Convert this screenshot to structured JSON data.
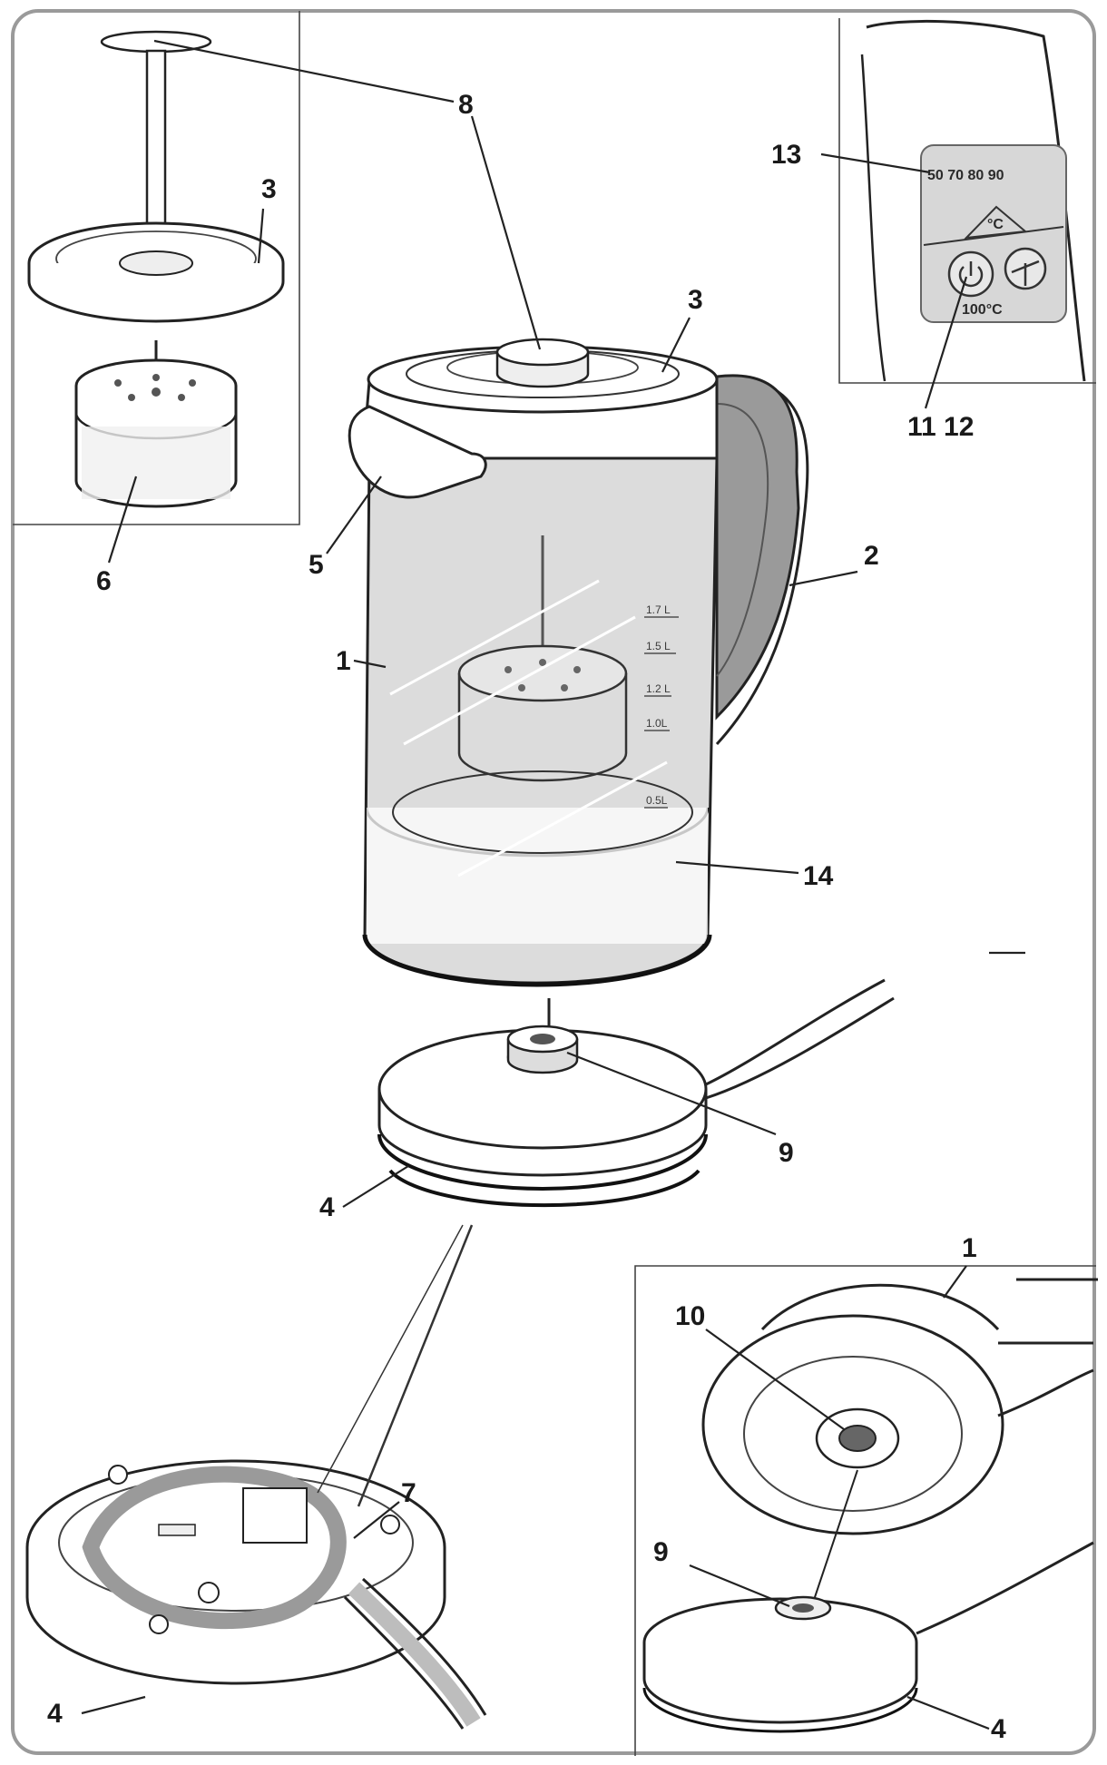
{
  "labels": {
    "l1_main": "1",
    "l1_inset": "1",
    "l2": "2",
    "l3_top": "3",
    "l3_lid": "3",
    "l4_base": "4",
    "l4_under": "4",
    "l4_inset": "4",
    "l5": "5",
    "l6": "6",
    "l7": "7",
    "l8": "8",
    "l9_base": "9",
    "l9_inset": "9",
    "l10": "10",
    "l11_12": "11 12",
    "l13": "13",
    "l14": "14"
  },
  "scale_marks": {
    "m17": "1.7 L",
    "m15": "1.5 L",
    "m12": "1.2 L",
    "m10": "1.0L",
    "m05": "0.5L"
  },
  "control_panel": {
    "temps": "50   70   80   90",
    "unit": "°C",
    "hundred": "100°C"
  },
  "colors": {
    "frame": "#9a9a9a",
    "ink": "#222222",
    "glass": "#d9d9d9",
    "handle": "#8a8a8a",
    "cord": "#bdbdbd"
  }
}
